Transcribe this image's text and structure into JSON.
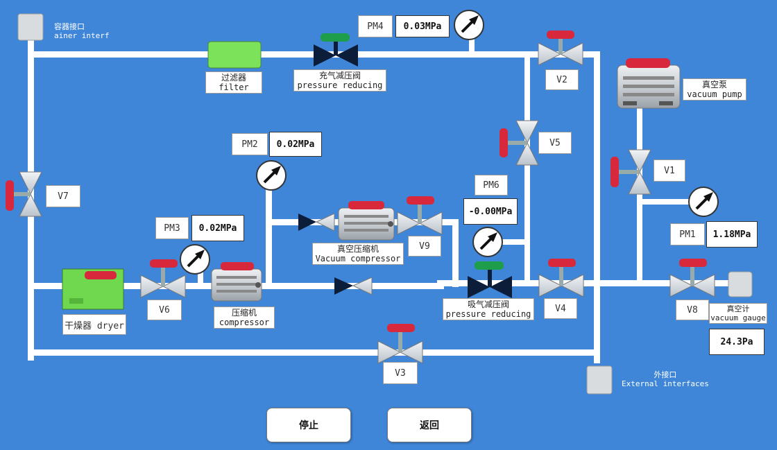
{
  "labels": {
    "container_interface": "容器接口",
    "container_interface_en": "ainer interf",
    "filter": "过滤器",
    "filter_en": "filter",
    "charge_valve": "充气减压阀",
    "charge_valve_en": "pressure reducing",
    "vacuum_pump": "真空泵",
    "vacuum_pump_en": "vacuum pump",
    "vacuum_compressor": "真空压缩机",
    "vacuum_compressor_en": "Vacuum compressor",
    "compressor": "压缩机",
    "compressor_en": "compressor",
    "dryer": "干燥器 dryer",
    "suction_valve": "吸气减压阀",
    "suction_valve_en": "pressure reducing",
    "external_interface": "外接口",
    "external_interface_en": "External interfaces",
    "vacuum_gauge": "真空计",
    "vacuum_gauge_en": "vacuum gauge"
  },
  "valves": {
    "v1": "V1",
    "v2": "V2",
    "v3": "V3",
    "v4": "V4",
    "v5": "V5",
    "v6": "V6",
    "v7": "V7",
    "v8": "V8",
    "v9": "V9"
  },
  "gauges": {
    "pm1": {
      "name": "PM1",
      "value": "1.18MPa"
    },
    "pm2": {
      "name": "PM2",
      "value": "0.02MPa"
    },
    "pm3": {
      "name": "PM3",
      "value": "0.02MPa"
    },
    "pm4": {
      "name": "PM4",
      "value": "0.03MPa"
    },
    "pm6": {
      "name": "PM6",
      "value": "-0.00MPa"
    }
  },
  "vacuum_gauge_value": "24.3Pa",
  "buttons": {
    "stop": "停止",
    "back": "返回"
  },
  "colors": {
    "background": "#3f86d9",
    "pipe": "#ffffff",
    "valve_handle_red": "#d8283c",
    "valve_handle_green": "#1e9e4a",
    "filter_green": "#7be25a",
    "valve_body_gray": "#d7dde3"
  }
}
